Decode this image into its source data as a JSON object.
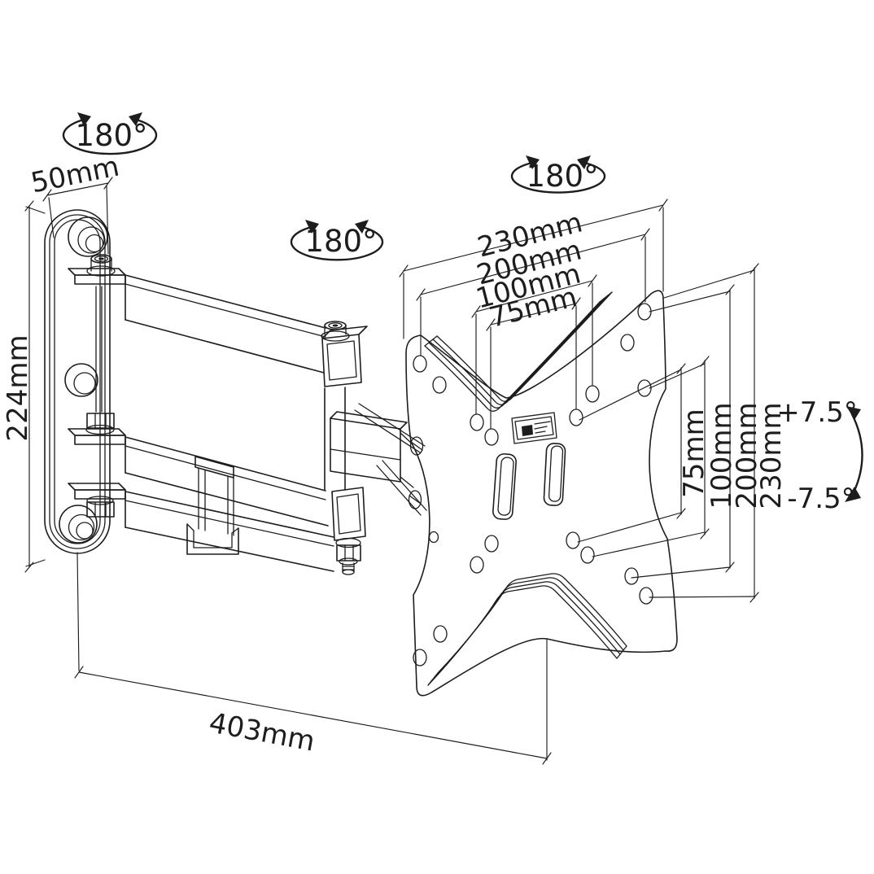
{
  "meta": {
    "title": "Articulating TV wall-mount bracket — dimensional line drawing",
    "background": "#ffffff",
    "line_color": "#1d1d1d"
  },
  "wall_bracket": {
    "swivel_label": "180°",
    "width_label": "50mm",
    "height_label": "224mm"
  },
  "arm": {
    "swivel_label": "180°",
    "reach_label": "403mm"
  },
  "vesa_plate": {
    "swivel_label": "180°",
    "tilt_up_label": "+7.5°",
    "tilt_down_label": "-7.5°",
    "width_labels": [
      "230mm",
      "200mm",
      "100mm",
      "75mm"
    ],
    "height_labels": [
      "75mm",
      "100mm",
      "200mm",
      "230mm"
    ]
  }
}
